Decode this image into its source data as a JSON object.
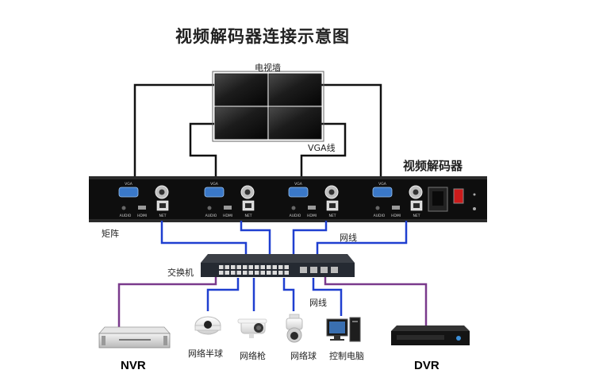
{
  "title": "视频解码器连接示意图",
  "labels": {
    "tv_wall": "电视墙",
    "vga_cable": "VGA线",
    "decoder": "视频解码器",
    "matrix": "矩阵",
    "network_cable_top": "网线",
    "switch": "交换机",
    "network_cable_bottom": "网线",
    "nvr": "NVR",
    "dvr": "DVR",
    "dome_camera": "网络半球",
    "bullet_camera": "网络枪",
    "ptz_camera": "网络球",
    "control_pc": "控制电脑"
  },
  "port_labels": {
    "vga": "VGA",
    "audio": "AUDIO",
    "hdmi": "HDMI",
    "net": "NET"
  },
  "colors": {
    "vga_line": "#111111",
    "network_line": "#1f3fd0",
    "recorder_line": "#7a3a8c",
    "device_body": "#111111",
    "power_switch": "#cc1b1b"
  }
}
